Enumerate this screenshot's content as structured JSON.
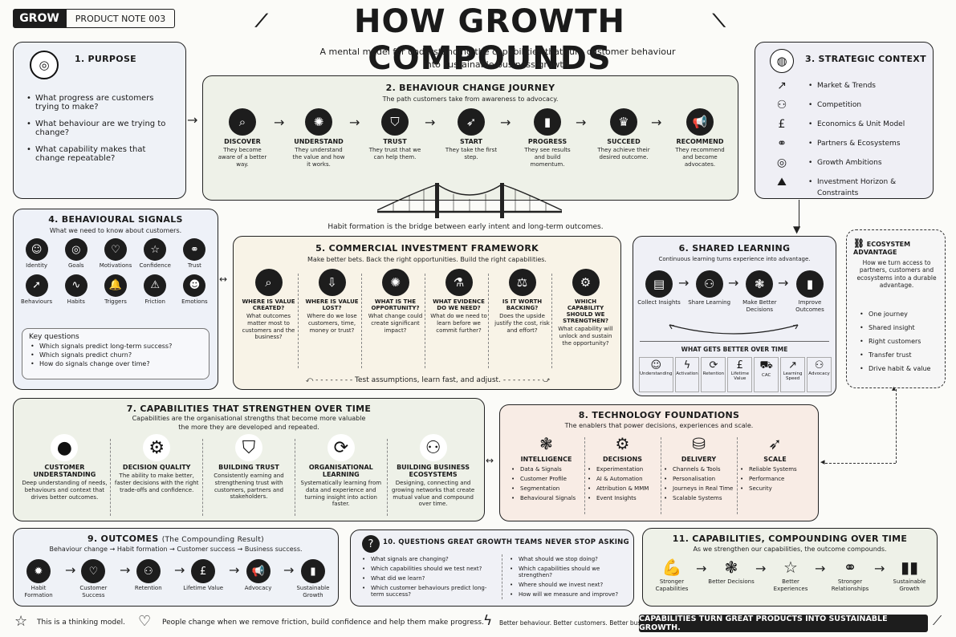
{
  "brand": "GROW",
  "note": "PRODUCT NOTE 003",
  "title": "HOW GROWTH COMPOUNDS",
  "subtitle1": "A mental model for understanding the capabilities that turn customer behaviour",
  "subtitle2": "into sustainable business growth.",
  "purpose": {
    "title": "1.  PURPOSE",
    "items": [
      "What progress are customers trying to make?",
      "What behaviour are we trying to change?",
      "What capability makes that change repeatable?"
    ]
  },
  "journey": {
    "title": "2.  BEHAVIOUR CHANGE JOURNEY",
    "sub": "The path customers take from awareness to advocacy.",
    "bridge": "Habit formation is the bridge between early intent and long-term outcomes.",
    "steps": [
      {
        "l": "DISCOVER",
        "d": "They become aware of a better way."
      },
      {
        "l": "UNDERSTAND",
        "d": "They understand the value and how it works."
      },
      {
        "l": "TRUST",
        "d": "They trust that we can help them."
      },
      {
        "l": "START",
        "d": "They take the first step."
      },
      {
        "l": "PROGRESS",
        "d": "They see results and build momentum."
      },
      {
        "l": "SUCCEED",
        "d": "They achieve their desired outcome."
      },
      {
        "l": "RECOMMEND",
        "d": "They recommend and become advocates."
      }
    ]
  },
  "context": {
    "title": "3.  STRATEGIC CONTEXT",
    "items": [
      "Market & Trends",
      "Competition",
      "Economics & Unit Model",
      "Partners & Ecosystems",
      "Growth Ambitions",
      "Investment Horizon & Constraints"
    ]
  },
  "signals": {
    "title": "4.  BEHAVIOURAL SIGNALS",
    "sub": "What we need to know about customers.",
    "items": [
      "Identity",
      "Goals",
      "Motivations",
      "Confidence",
      "Trust",
      "Behaviours",
      "Habits",
      "Triggers",
      "Friction",
      "Emotions"
    ],
    "kq": "Key questions",
    "questions": [
      "Which signals predict long-term success?",
      "Which signals predict churn?",
      "How do signals change over time?"
    ]
  },
  "investment": {
    "title": "5.  COMMERCIAL INVESTMENT FRAMEWORK",
    "sub": "Make better bets. Back the right opportunities. Build the right capabilities.",
    "footer": "Test assumptions, learn fast, and adjust.",
    "cols": [
      {
        "l": "WHERE IS VALUE CREATED?",
        "d": "What outcomes matter most to customers and the business?"
      },
      {
        "l": "WHERE IS VALUE LOST?",
        "d": "Where do we lose customers, time, money or trust?"
      },
      {
        "l": "WHAT IS THE OPPORTUNITY?",
        "d": "What change could create significant impact?"
      },
      {
        "l": "WHAT EVIDENCE DO WE NEED?",
        "d": "What do we need to learn before we commit further?"
      },
      {
        "l": "IS IT WORTH BACKING?",
        "d": "Does the upside justify the cost, risk and effort?"
      },
      {
        "l": "WHICH CAPABILITY SHOULD WE STRENGTHEN?",
        "d": "What capability will unlock and sustain the opportunity?"
      }
    ]
  },
  "learning": {
    "title": "6.  SHARED LEARNING",
    "sub": "Continuous learning turns experience into advantage.",
    "steps": [
      "Collect Insights",
      "Share Learning",
      "Make Better Decisions",
      "Improve Outcomes"
    ],
    "better": "WHAT GETS BETTER OVER TIME",
    "metrics": [
      "Understanding",
      "Activation",
      "Retention",
      "Lifetime Value",
      "CAC",
      "Learning Speed",
      "Advocacy"
    ]
  },
  "ecosystem": {
    "title": "ECOSYSTEM ADVANTAGE",
    "sub": "How we turn access to partners, customers and ecosystems into a durable advantage.",
    "items": [
      "One journey",
      "Shared insight",
      "Right customers",
      "Transfer trust",
      "Drive habit & value"
    ]
  },
  "capabilities": {
    "title": "7.  CAPABILITIES THAT STRENGTHEN OVER TIME",
    "sub1": "Capabilities are the organisational strengths that become more valuable",
    "sub2": "the more they are developed and repeated.",
    "cols": [
      {
        "l": "CUSTOMER UNDERSTANDING",
        "d": "Deep understanding of needs, behaviours and context that drives better outcomes."
      },
      {
        "l": "DECISION QUALITY",
        "d": "The ability to make better, faster decisions with the right trade-offs and confidence."
      },
      {
        "l": "BUILDING TRUST",
        "d": "Consistently earning and strengthening trust with customers, partners and stakeholders."
      },
      {
        "l": "ORGANISATIONAL LEARNING",
        "d": "Systematically learning from data and experience and turning insight into action faster."
      },
      {
        "l": "BUILDING BUSINESS ECOSYSTEMS",
        "d": "Designing, connecting and growing networks that create mutual value and compound over time."
      }
    ]
  },
  "tech": {
    "title": "8.  TECHNOLOGY FOUNDATIONS",
    "sub": "The enablers that power decisions, experiences and scale.",
    "cols": [
      {
        "l": "INTELLIGENCE",
        "i": [
          "Data & Signals",
          "Customer Profile",
          "Segmentation",
          "Behavioural Signals"
        ]
      },
      {
        "l": "DECISIONS",
        "i": [
          "Experimentation",
          "AI & Automation",
          "Attribution & MMM",
          "Event Insights"
        ]
      },
      {
        "l": "DELIVERY",
        "i": [
          "Channels & Tools",
          "Personalisation",
          "Journeys in Real Time",
          "Scalable Systems"
        ]
      },
      {
        "l": "SCALE",
        "i": [
          "Reliable Systems",
          "Performance",
          "Security"
        ]
      }
    ]
  },
  "outcomes": {
    "title": "9.  OUTCOMES",
    "paren": "(The Compounding Result)",
    "sub": "Behaviour change → Habit formation → Customer success → Business success.",
    "steps": [
      "Habit Formation",
      "Customer Success",
      "Retention",
      "Lifetime Value",
      "Advocacy",
      "Sustainable Growth"
    ]
  },
  "questions": {
    "title": "10.  QUESTIONS GREAT GROWTH TEAMS NEVER STOP ASKING",
    "left": [
      "What signals are changing?",
      "Which capabilities should we test next?",
      "What did we learn?",
      "Which customer behaviours predict long-term success?"
    ],
    "right": [
      "What should we stop doing?",
      "Which capabilities should we strengthen?",
      "Where should we invest next?",
      "How will we measure and improve?"
    ]
  },
  "compounding": {
    "title": "11.  CAPABILITIES, COMPOUNDING OVER TIME",
    "sub": "As we strengthen our capabilities, the outcome compounds.",
    "steps": [
      "Stronger Capabilities",
      "Better Decisions",
      "Better Experiences",
      "Stronger Relationships",
      "Sustainable Growth"
    ]
  },
  "footer": {
    "f1": "This is a thinking model.",
    "f2": "People change when we remove friction, build confidence and help them make progress.",
    "f3": "Better behaviour. Better customers. Better business.",
    "banner": "CAPABILITIES TURN GREAT PRODUCTS INTO SUSTAINABLE GROWTH."
  }
}
